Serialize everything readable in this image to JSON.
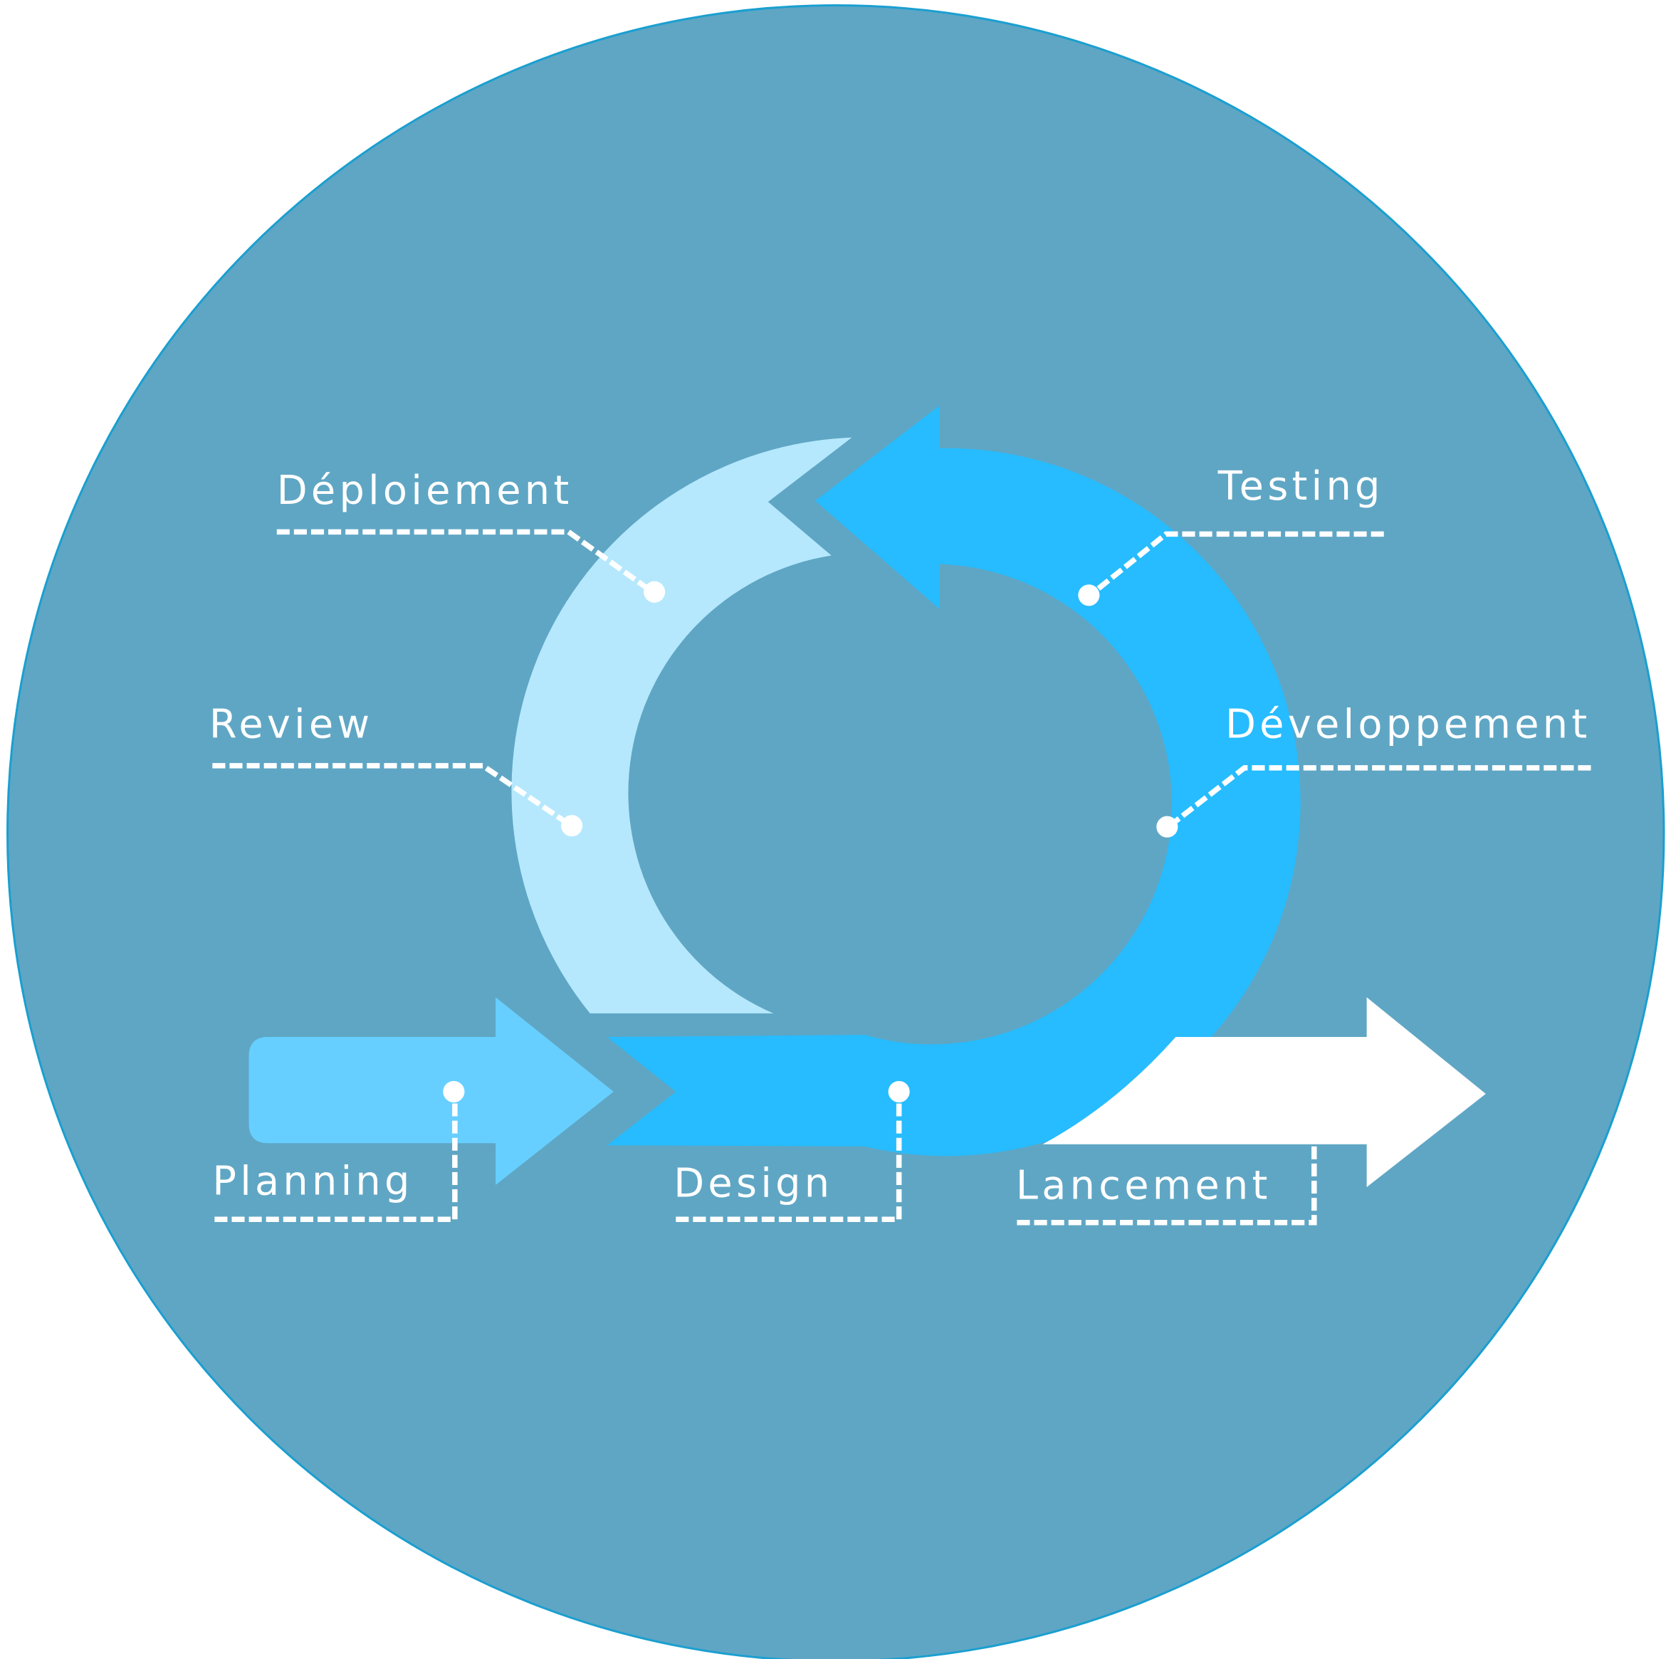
{
  "colors": {
    "background_circle": "#5fa6c4",
    "circle_rim": "#1a9fd0",
    "deploy_review_arc": "#b5e8fd",
    "main_cycle_arrow": "#26bcff",
    "planning_arrow": "#66cfff",
    "launch_arrow": "#ffffff",
    "labels": "#ffffff"
  },
  "stages": {
    "planning": "Planning",
    "design": "Design",
    "developpement": "Développement",
    "testing": "Testing",
    "deploiement": "Déploiement",
    "review": "Review",
    "lancement": "Lancement"
  }
}
